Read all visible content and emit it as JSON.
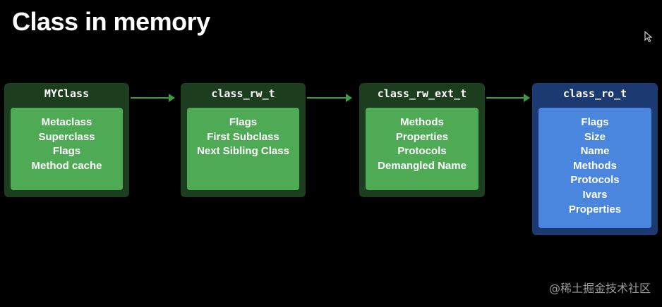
{
  "title": "Class in memory",
  "colors": {
    "background": "#000000",
    "green_outer": "#1c3d1e",
    "green_inner": "#4faa55",
    "blue_outer": "#1b3a72",
    "blue_inner": "#4a86dd",
    "arrow": "#3f9a45"
  },
  "boxes": [
    {
      "header": "MYClass",
      "fields": [
        "Metaclass",
        "Superclass",
        "Flags",
        "Method cache"
      ]
    },
    {
      "header": "class_rw_t",
      "fields": [
        "Flags",
        "First Subclass",
        "Next Sibling Class"
      ]
    },
    {
      "header": "class_rw_ext_t",
      "fields": [
        "Methods",
        "Properties",
        "Protocols",
        "Demangled Name"
      ]
    },
    {
      "header": "class_ro_t",
      "fields": [
        "Flags",
        "Size",
        "Name",
        "Methods",
        "Protocols",
        "Ivars",
        "Properties"
      ]
    }
  ],
  "cursor_icon": "mouse-pointer-icon",
  "watermark": "@稀土掘金技术社区"
}
